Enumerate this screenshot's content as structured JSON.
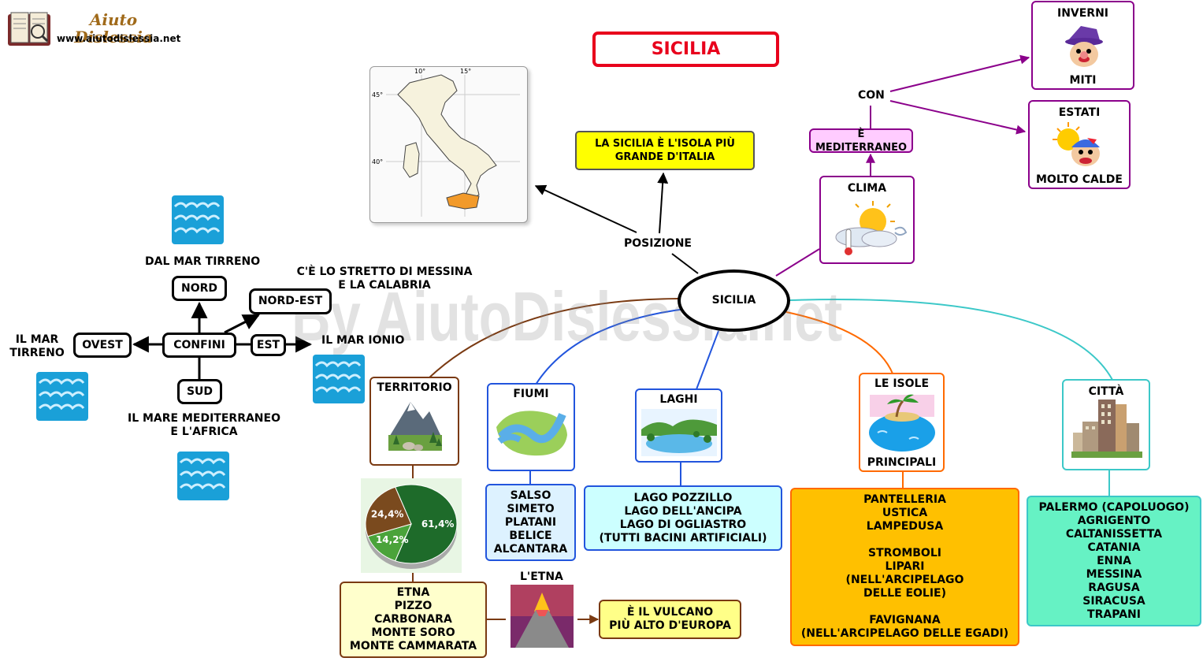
{
  "logo": {
    "title": "Aiuto Dislessia",
    "url": "www.aiutodislessia.net"
  },
  "watermark": "By AiutoDislessia.net",
  "title": "SICILIA",
  "center": "SICILIA",
  "posizione": {
    "label": "POSIZIONE",
    "fact": "LA SICILIA È L'ISOLA PIÙ\nGRANDE D'ITALIA",
    "map": {
      "lat_45": "45°",
      "lat_40": "40°",
      "lon_10": "10°",
      "lon_15": "15°"
    }
  },
  "clima": {
    "label": "CLIMA",
    "type": "È MEDITERRANEO",
    "con": "CON",
    "inverni": {
      "top": "INVERNI",
      "bottom": "MITI"
    },
    "estati": {
      "top": "ESTATI",
      "bottom": "MOLTO CALDE"
    }
  },
  "confini": {
    "label": "CONFINI",
    "nord": "NORD",
    "nord_est": "NORD-EST",
    "est": "EST",
    "ovest": "OVEST",
    "sud": "SUD",
    "dal_mar_tirreno": "DAL MAR TIRRENO",
    "stretto": "C'È LO STRETTO DI MESSINA\nE LA CALABRIA",
    "mar_ionio": "IL MAR IONIO",
    "mar_tirreno": "IL MAR\nTIRRENO",
    "mediterraneo": "IL MARE MEDITERRANEO\nE L'AFRICA"
  },
  "territorio": {
    "label": "TERRITORIO",
    "monti": "ETNA\nPIZZO\nCARBONARA\nMONTE SORO\nMONTE CAMMARATA",
    "etna_label": "L'ETNA",
    "etna_fact": "È IL VULCANO\nPIÙ ALTO D'EUROPA"
  },
  "chart_data": {
    "type": "pie",
    "slices": [
      {
        "label": "61,4%",
        "value": 61.4,
        "color": "#1e6b2a"
      },
      {
        "label": "14,2%",
        "value": 14.2,
        "color": "#4aa33a"
      },
      {
        "label": "24,4%",
        "value": 24.4,
        "color": "#7a4a1e"
      }
    ]
  },
  "fiumi": {
    "label": "FIUMI",
    "list": "SALSO\nSIMETO\nPLATANI\nBELICE\nALCANTARA"
  },
  "laghi": {
    "label": "LAGHI",
    "list": "LAGO POZZILLO\nLAGO DELL'ANCIPA\nLAGO DI OGLIASTRO\n(TUTTI BACINI ARTIFICIALI)"
  },
  "isole": {
    "top": "LE ISOLE",
    "bottom": "PRINCIPALI",
    "list": "PANTELLERIA\nUSTICA\nLAMPEDUSA\n\nSTROMBOLI\nLIPARI\n(NELL'ARCIPELAGO\nDELLE EOLIE)\n\nFAVIGNANA\n(NELL'ARCIPELAGO DELLE EGADI)"
  },
  "citta": {
    "label": "CITTÀ",
    "list": "PALERMO (CAPOLUOGO)\nAGRIGENTO\nCALTANISSETTA\nCATANIA\nENNA\nMESSINA\nRAGUSA\nSIRACUSA\nTRAPANI"
  },
  "icons": [
    "book-logo-icon",
    "italy-map-icon",
    "sun-cloud-weather-icon",
    "cold-man-icon",
    "hot-sun-man-icon",
    "sea-waves-icon",
    "mountain-landscape-icon",
    "river-icon",
    "lake-icon",
    "tropical-island-icon",
    "city-buildings-icon",
    "volcano-icon"
  ],
  "colors": {
    "title_border": "#e8001c",
    "clima": "#8b008b",
    "territorio": "#7a3a12",
    "fiumi": "#2255dd",
    "isole": "#ff6a00",
    "citta": "#3cc8c8",
    "fact_yellow": "#ffff00",
    "isole_fill": "#ffc000",
    "citta_fill": "#66f2c4",
    "laghi_fill": "#ccffff",
    "fiumi_fill": "#ddf2ff",
    "pale_yellow": "#ffffcc"
  }
}
